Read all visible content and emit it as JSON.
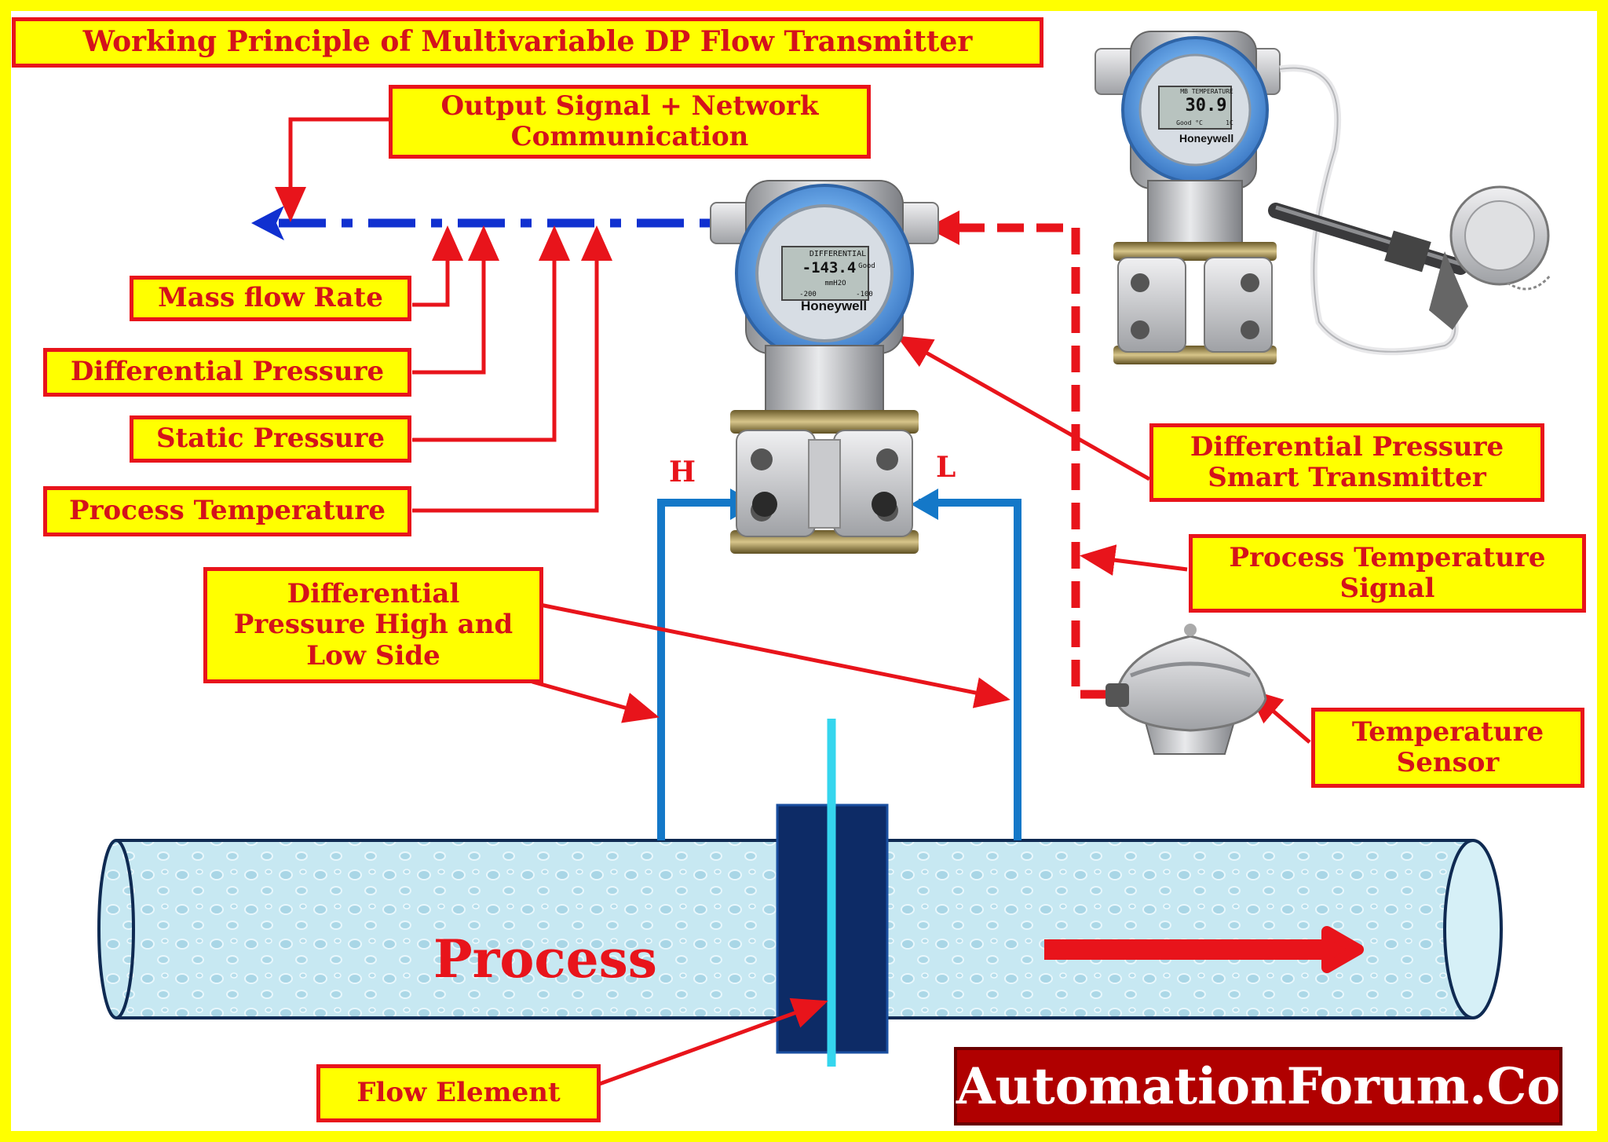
{
  "title": "Working Principle of Multivariable DP Flow Transmitter",
  "labels": {
    "output_signal": [
      "Output Signal + Network",
      "Communication"
    ],
    "mass_flow_rate": "Mass flow Rate",
    "differential_pressure": "Differential Pressure",
    "static_pressure": "Static Pressure",
    "process_temperature": "Process Temperature",
    "dp_high_low": [
      "Differential",
      "Pressure High and",
      "Low Side"
    ],
    "dp_smart_transmitter": [
      "Differential Pressure",
      "Smart Transmitter"
    ],
    "process_temperature_signal": [
      "Process Temperature",
      "Signal"
    ],
    "temperature_sensor": [
      "Temperature",
      "Sensor"
    ],
    "flow_element": "Flow Element"
  },
  "ports": {
    "high": "H",
    "low": "L"
  },
  "process_label": "Process",
  "logo_text": "AutomationForum.Co",
  "transmitter_display": {
    "line1": "DIFFERENTIAL",
    "value": "-143.4",
    "status": "Good",
    "unit": "mmH2O",
    "scale_min": "-200",
    "scale_max": "-100",
    "brand": "Honeywell"
  },
  "temp_transmitter_display": {
    "line1": "MB TEMPERATURE",
    "value": "30.9",
    "status": "Good °C",
    "unit": "1C",
    "brand": "Honeywell"
  },
  "colors": {
    "frame": "#ffff00",
    "label_border": "#e8141b",
    "label_text": "#d4121b",
    "signal_line": "#1030d0",
    "impulse_line": "#1478c8",
    "temp_signal": "#e8141b",
    "pipe": "#bfe4ef",
    "flow_element": "#0d2b66",
    "logo_bg": "#b00000"
  }
}
